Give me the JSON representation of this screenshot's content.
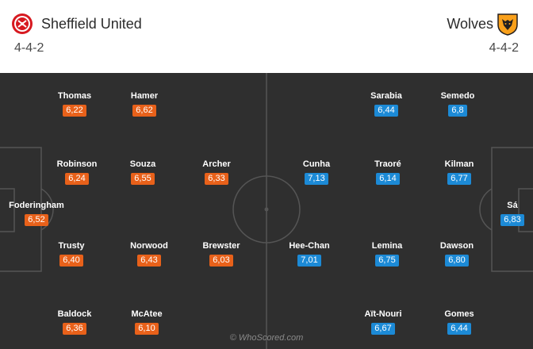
{
  "home": {
    "name": "Sheffield United",
    "formation": "4-4-2",
    "color": "#e8611a",
    "logo_icon": "sheffield-united-crest-icon",
    "players": [
      {
        "name": "Foderingham",
        "rating": "6,52"
      },
      {
        "name": "Baldock",
        "rating": "6,36"
      },
      {
        "name": "Trusty",
        "rating": "6,40"
      },
      {
        "name": "Robinson",
        "rating": "6,24"
      },
      {
        "name": "Thomas",
        "rating": "6,22"
      },
      {
        "name": "McAtee",
        "rating": "6,10"
      },
      {
        "name": "Norwood",
        "rating": "6,43"
      },
      {
        "name": "Souza",
        "rating": "6,55"
      },
      {
        "name": "Hamer",
        "rating": "6,62"
      },
      {
        "name": "Brewster",
        "rating": "6,03"
      },
      {
        "name": "Archer",
        "rating": "6,33"
      }
    ]
  },
  "away": {
    "name": "Wolves",
    "formation": "4-4-2",
    "color": "#1c8ad6",
    "logo_icon": "wolves-crest-icon",
    "players": [
      {
        "name": "Sá",
        "rating": "6,83"
      },
      {
        "name": "Gomes",
        "rating": "6,44"
      },
      {
        "name": "Dawson",
        "rating": "6,80"
      },
      {
        "name": "Kilman",
        "rating": "6,77"
      },
      {
        "name": "Semedo",
        "rating": "6,8"
      },
      {
        "name": "Aït-Nouri",
        "rating": "6,67"
      },
      {
        "name": "Lemina",
        "rating": "6,75"
      },
      {
        "name": "Traoré",
        "rating": "6,14"
      },
      {
        "name": "Sarabia",
        "rating": "6,44"
      },
      {
        "name": "Hee-Chan",
        "rating": "7,01"
      },
      {
        "name": "Cunha",
        "rating": "7,13"
      }
    ]
  },
  "watermark": "© WhoScored.com",
  "pitch_color": "#2f2f2f",
  "line_color": "#555555"
}
